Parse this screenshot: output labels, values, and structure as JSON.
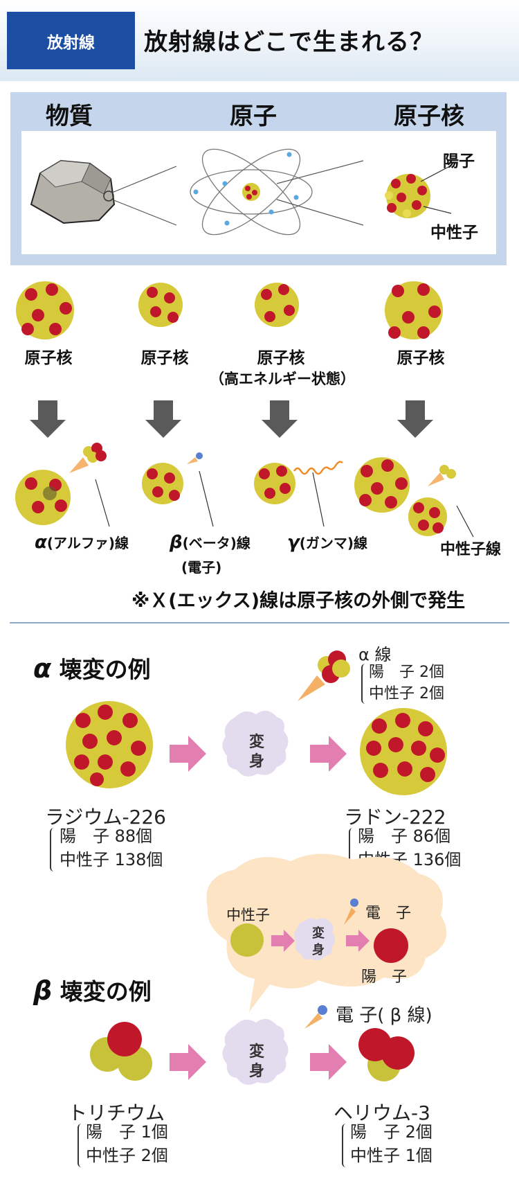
{
  "header": {
    "tag": "放射線",
    "title": "放射線はどこで生まれる？"
  },
  "scale": {
    "columns": [
      "物質",
      "原子",
      "原子核"
    ],
    "proton_label": "陽子",
    "neutron_label": "中性子"
  },
  "decays": {
    "nuclei": [
      {
        "label": "原子核",
        "sub": ""
      },
      {
        "label": "原子核",
        "sub": ""
      },
      {
        "label": "原子核",
        "sub": "（高エネルギー状態）"
      },
      {
        "label": "原子核",
        "sub": ""
      }
    ],
    "rays": [
      {
        "symbol": "α",
        "name": "(アルファ)線",
        "sub": ""
      },
      {
        "symbol": "β",
        "name": "(ベータ)線",
        "sub": "(電子)"
      },
      {
        "symbol": "γ",
        "name": "(ガンマ)線",
        "sub": ""
      },
      {
        "symbol": "",
        "name": "中性子線",
        "sub": ""
      }
    ],
    "note": "※Ｘ(エックス)線は原子核の外側で発生"
  },
  "alpha": {
    "heading_symbol": "α",
    "heading_text": "壊変の例",
    "ray_label": "α 線",
    "ray_lines": [
      "陽　子 2個",
      "中性子 2個"
    ],
    "cloud_text": "変身",
    "before": {
      "name": "ラジウム-226",
      "lines": [
        "陽　子 88個",
        "中性子 138個"
      ]
    },
    "after": {
      "name": "ラドン-222",
      "lines": [
        "陽　子 86個",
        "中性子 136個"
      ]
    }
  },
  "beta": {
    "heading_symbol": "β",
    "heading_text": "壊変の例",
    "bubble": {
      "neutron": "中性子",
      "cloud": "変身",
      "electron": "電　子",
      "proton": "陽　子"
    },
    "cloud_text": "変身",
    "ray_label": "電 子( β 線)",
    "before": {
      "name": "トリチウム",
      "lines": [
        "陽　子 1個",
        "中性子 2個"
      ]
    },
    "after": {
      "name": "ヘリウム-3",
      "lines": [
        "陽　子 2個",
        "中性子 1個"
      ]
    }
  },
  "colors": {
    "proton": "#c0182a",
    "neutron": "#d6c93a",
    "header_blue": "#1c4fa3",
    "arrow_pink": "#e37fb0",
    "cloud": "#e3dcef",
    "arrow_gray": "#5a5a5a"
  }
}
